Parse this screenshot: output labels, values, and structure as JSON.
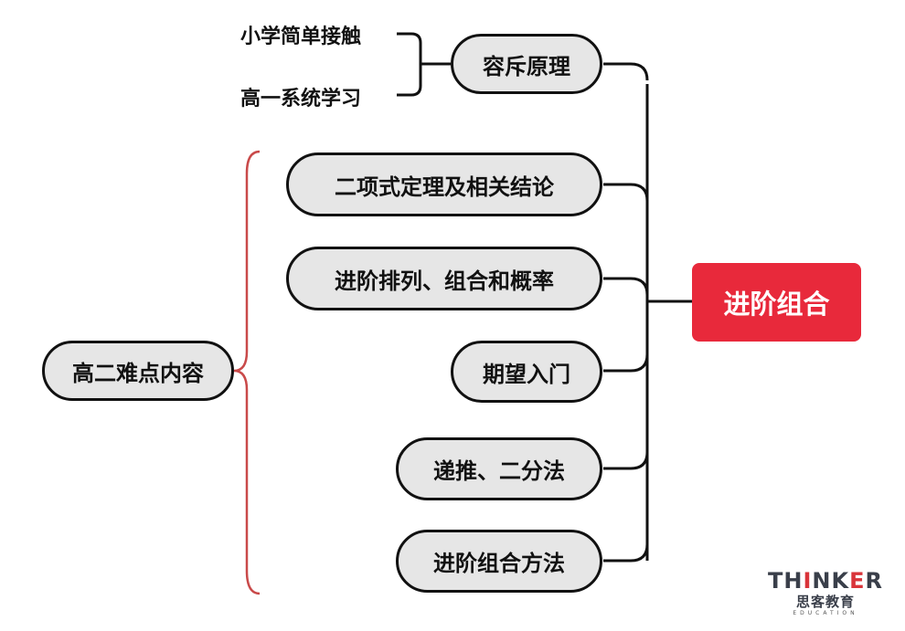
{
  "root": {
    "label": "进阶组合",
    "color": "#e8293b"
  },
  "branches": [
    {
      "label": "容斥原理"
    },
    {
      "label": "二项式定理及相关结论"
    },
    {
      "label": "进阶排列、组合和概率"
    },
    {
      "label": "期望入门"
    },
    {
      "label": "递推、二分法"
    },
    {
      "label": "进阶组合方法"
    }
  ],
  "notes": {
    "top": "小学简单接触",
    "bottom": "高一系统学习"
  },
  "group_label": "高二难点内容",
  "colors": {
    "bracket": "#c94a4a",
    "connector": "#111111",
    "node_fill": "#e6e6e6"
  },
  "logo": {
    "word_left": "TH",
    "word_i": "I",
    "word_mid": "NK",
    "word_e": "E",
    "word_right": "R",
    "cn": "思客教育",
    "sub": "EDUCATION"
  }
}
